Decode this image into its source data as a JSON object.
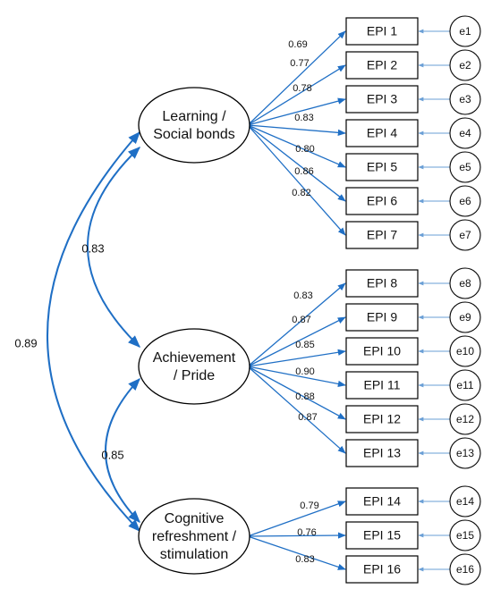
{
  "diagram": {
    "colors": {
      "path": "#1f6fc5",
      "stroke": "#000000",
      "error_path": "#6a9fd6"
    },
    "factors": [
      {
        "id": "F1",
        "lines": [
          "Learning /",
          "Social bonds"
        ]
      },
      {
        "id": "F2",
        "lines": [
          "Achievement",
          "/ Pride"
        ]
      },
      {
        "id": "F3",
        "lines": [
          "Cognitive",
          "refreshment /",
          "stimulation"
        ]
      }
    ],
    "items": [
      {
        "label": "EPI 1",
        "factor": 0,
        "loading": "0.69",
        "error": "e1"
      },
      {
        "label": "EPI 2",
        "factor": 0,
        "loading": "0.77",
        "error": "e2"
      },
      {
        "label": "EPI 3",
        "factor": 0,
        "loading": "0.78",
        "error": "e3"
      },
      {
        "label": "EPI 4",
        "factor": 0,
        "loading": "0.83",
        "error": "e4"
      },
      {
        "label": "EPI 5",
        "factor": 0,
        "loading": "0.80",
        "error": "e5"
      },
      {
        "label": "EPI 6",
        "factor": 0,
        "loading": "0.86",
        "error": "e6"
      },
      {
        "label": "EPI 7",
        "factor": 0,
        "loading": "0.82",
        "error": "e7"
      },
      {
        "label": "EPI 8",
        "factor": 1,
        "loading": "0.83",
        "error": "e8"
      },
      {
        "label": "EPI 9",
        "factor": 1,
        "loading": "0.87",
        "error": "e9"
      },
      {
        "label": "EPI 10",
        "factor": 1,
        "loading": "0.85",
        "error": "e10"
      },
      {
        "label": "EPI 11",
        "factor": 1,
        "loading": "0.90",
        "error": "e11"
      },
      {
        "label": "EPI 12",
        "factor": 1,
        "loading": "0.88",
        "error": "e12"
      },
      {
        "label": "EPI 13",
        "factor": 1,
        "loading": "0.87",
        "error": "e13"
      },
      {
        "label": "EPI 14",
        "factor": 2,
        "loading": "0.79",
        "error": "e14"
      },
      {
        "label": "EPI 15",
        "factor": 2,
        "loading": "0.76",
        "error": "e15"
      },
      {
        "label": "EPI 16",
        "factor": 2,
        "loading": "0.83",
        "error": "e16"
      }
    ],
    "correlations": [
      {
        "from": 0,
        "to": 1,
        "value": "0.83"
      },
      {
        "from": 1,
        "to": 2,
        "value": "0.85"
      },
      {
        "from": 0,
        "to": 2,
        "value": "0.89"
      }
    ]
  }
}
